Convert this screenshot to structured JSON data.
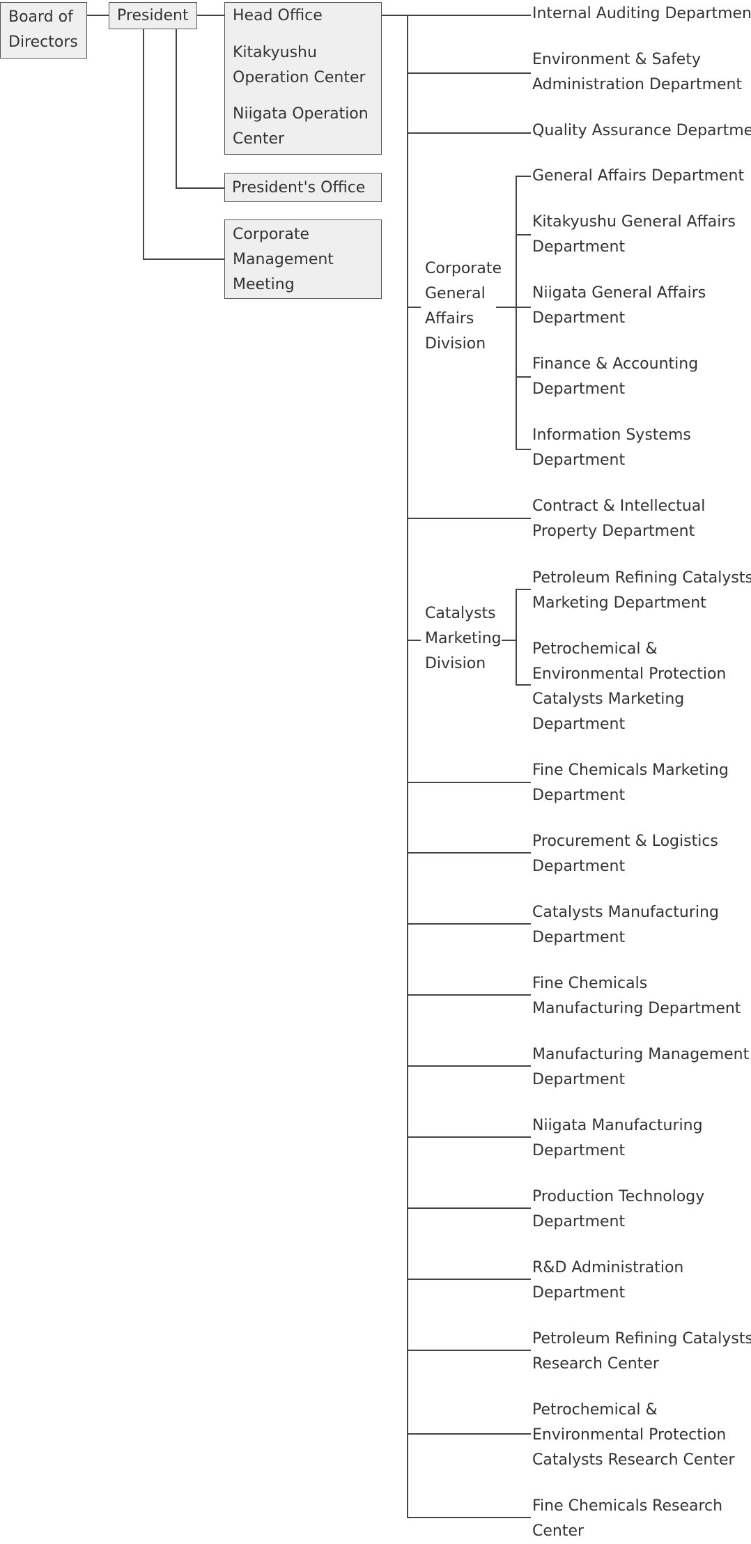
{
  "org": {
    "board": [
      "Board of",
      "Directors"
    ],
    "president": "President",
    "head_office": "Head Office",
    "kitakyushu_center": [
      "Kitakyushu",
      "Operation Center"
    ],
    "niigata_center": [
      "Niigata Operation",
      "Center"
    ],
    "presidents_office": "President's Office",
    "corporate_meeting": [
      "Corporate",
      "Management",
      "Meeting"
    ],
    "departments": {
      "internal_auditing": [
        "Internal Auditing Department"
      ],
      "env_safety": [
        "Environment & Safety",
        "Administration Department"
      ],
      "quality_assurance": [
        "Quality Assurance Department"
      ],
      "contract_ip": [
        "Contract & Intellectual",
        "Property Department"
      ],
      "fine_chem_marketing": [
        "Fine Chemicals Marketing",
        "Department"
      ],
      "procurement": [
        "Procurement & Logistics",
        "Department"
      ],
      "catalysts_manufacturing": [
        "Catalysts Manufacturing",
        "Department"
      ],
      "fine_chem_manufacturing": [
        "Fine Chemicals",
        "Manufacturing Department"
      ],
      "manufacturing_mgmt": [
        "Manufacturing Management",
        "Department"
      ],
      "niigata_manufacturing": [
        "Niigata Manufacturing",
        "Department"
      ],
      "production_tech": [
        "Production Technology",
        "Department"
      ],
      "rd_admin": [
        "R&D Administration",
        "Department"
      ],
      "petro_research": [
        "Petroleum Refining Catalysts",
        "Research Center"
      ],
      "petrochem_research": [
        "Petrochemical &",
        "Environmental Protection",
        "Catalysts Research Center"
      ],
      "fine_chem_research": [
        "Fine Chemicals Research",
        "Center"
      ]
    },
    "corporate_general_affairs": {
      "name": [
        "Corporate",
        "General",
        "Affairs",
        "Division"
      ],
      "general_affairs": [
        "General Affairs Department"
      ],
      "kitakyushu_ga": [
        "Kitakyushu General Affairs",
        "Department"
      ],
      "niigata_ga": [
        "Niigata General Affairs",
        "Department"
      ],
      "finance": [
        "Finance & Accounting",
        "Department"
      ],
      "info_systems": [
        "Information Systems",
        "Department"
      ]
    },
    "catalysts_marketing": {
      "name": [
        "Catalysts",
        "Marketing",
        "Division"
      ],
      "petro_marketing": [
        "Petroleum Refining Catalysts",
        "Marketing Department"
      ],
      "petrochem_marketing": [
        "Petrochemical &",
        "Environmental Protection",
        "Catalysts Marketing",
        "Department"
      ]
    }
  }
}
